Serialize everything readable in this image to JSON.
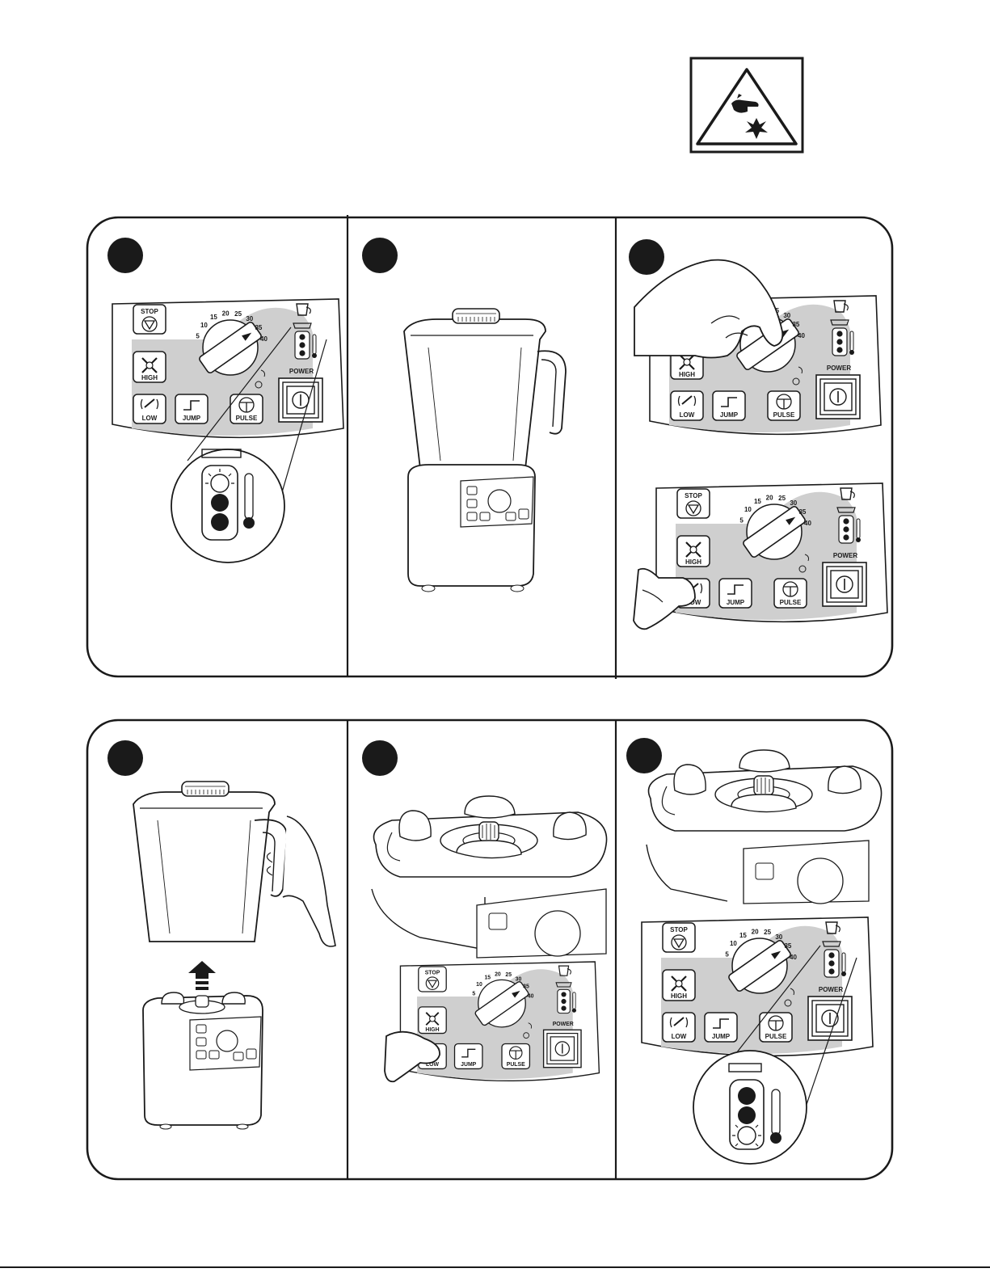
{
  "warning": {
    "icon": "hand-blade-hazard-icon"
  },
  "control_panel": {
    "stop": "STOP",
    "high": "HIGH",
    "low": "LOW",
    "jump": "JUMP",
    "pulse": "PULSE",
    "power": "POWER",
    "dial_numbers": [
      "5",
      "10",
      "15",
      "20",
      "25",
      "30",
      "35",
      "40"
    ]
  },
  "steps": [
    {
      "panel": "top",
      "position": 1
    },
    {
      "panel": "top",
      "position": 2
    },
    {
      "panel": "top",
      "position": 3
    },
    {
      "panel": "bottom",
      "position": 1
    },
    {
      "panel": "bottom",
      "position": 2
    },
    {
      "panel": "bottom",
      "position": 3
    }
  ]
}
